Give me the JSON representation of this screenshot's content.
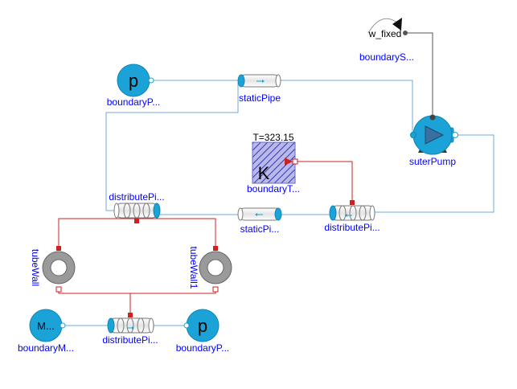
{
  "colors": {
    "fluid_blue": "#1ba3d8",
    "wire_blue": "#6fa8dc",
    "heat_red": "#cc2222",
    "label_blue": "#0000ff",
    "hatch_navy": "#3a3ab0",
    "ring_gray": "#9a9a9a"
  },
  "components": {
    "boundary_p_top": {
      "label": "boundaryP...",
      "symbol": "p"
    },
    "static_pipe_top": {
      "label": "staticPipe"
    },
    "w_fixed": {
      "label": "w_fixed"
    },
    "boundary_s": {
      "label": "boundaryS..."
    },
    "suter_pump": {
      "label": "suterPump"
    },
    "boundary_t": {
      "label": "boundaryT...",
      "value": "T=323.15",
      "symbol": "K"
    },
    "distribute_pipe_left": {
      "label": "distributePi..."
    },
    "static_pipe_mid": {
      "label": "staticPi..."
    },
    "distribute_pipe_right": {
      "label": "distributePi..."
    },
    "tube_wall": {
      "label": "tubeWall"
    },
    "tube_wall1": {
      "label": "tubeWall1"
    },
    "boundary_m": {
      "label": "boundaryM...",
      "symbol": "M..."
    },
    "distribute_pipe_bottom": {
      "label": "distributePi..."
    },
    "boundary_p_bottom": {
      "label": "boundaryP...",
      "symbol": "p"
    }
  }
}
